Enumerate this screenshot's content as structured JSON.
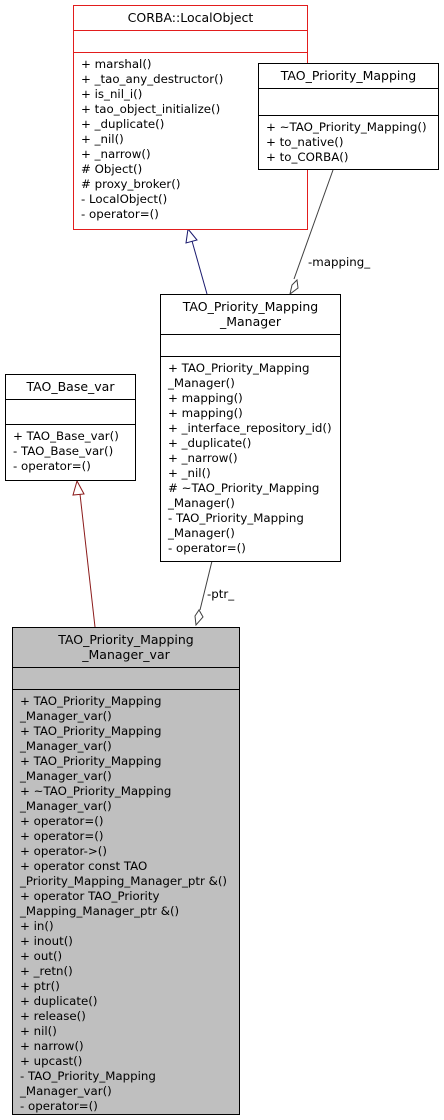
{
  "classes": {
    "corba": {
      "title": "CORBA::LocalObject",
      "ops": [
        "+ marshal()",
        "+ _tao_any_destructor()",
        "+ is_nil_i()",
        "+ tao_object_initialize()",
        "+ _duplicate()",
        "+ _nil()",
        "+ _narrow()",
        "# Object()",
        "# proxy_broker()",
        "- LocalObject()",
        "- operator=()"
      ]
    },
    "mapping": {
      "title": "TAO_Priority_Mapping",
      "ops": [
        "+ ~TAO_Priority_Mapping()",
        "+ to_native()",
        "+ to_CORBA()"
      ]
    },
    "manager": {
      "title": "TAO_Priority_Mapping\n_Manager",
      "ops": [
        "+ TAO_Priority_Mapping",
        "_Manager()",
        "+ mapping()",
        "+ mapping()",
        "+ _interface_repository_id()",
        "+ _duplicate()",
        "+ _narrow()",
        "+ _nil()",
        "# ~TAO_Priority_Mapping",
        "_Manager()",
        "- TAO_Priority_Mapping",
        "_Manager()",
        "- operator=()"
      ]
    },
    "basevar": {
      "title": "TAO_Base_var",
      "ops": [
        "+ TAO_Base_var()",
        "- TAO_Base_var()",
        "- operator=()"
      ]
    },
    "managervar": {
      "title": "TAO_Priority_Mapping\n_Manager_var",
      "ops": [
        "+ TAO_Priority_Mapping",
        "_Manager_var()",
        "+ TAO_Priority_Mapping",
        "_Manager_var()",
        "+ TAO_Priority_Mapping",
        "_Manager_var()",
        "+ ~TAO_Priority_Mapping",
        "_Manager_var()",
        "+ operator=()",
        "+ operator=()",
        "+ operator->()",
        "+ operator const TAO",
        "_Priority_Mapping_Manager_ptr &()",
        "+ operator TAO_Priority",
        "_Mapping_Manager_ptr &()",
        "+ in()",
        "+ inout()",
        "+ out()",
        "+ _retn()",
        "+ ptr()",
        "+ duplicate()",
        "+ release()",
        "+ nil()",
        "+ narrow()",
        "+ upcast()",
        "- TAO_Priority_Mapping",
        "_Manager_var()",
        "- operator=()"
      ]
    }
  },
  "edges": {
    "mapping_label": "-mapping_",
    "ptr_label": "-ptr_"
  },
  "colors": {
    "inherit_navy": "#1a1a6e",
    "inherit_red": "#8b1a1a",
    "association": "#404040",
    "corba_border": "#e21d1d",
    "var_fill": "#bfbfbf"
  }
}
